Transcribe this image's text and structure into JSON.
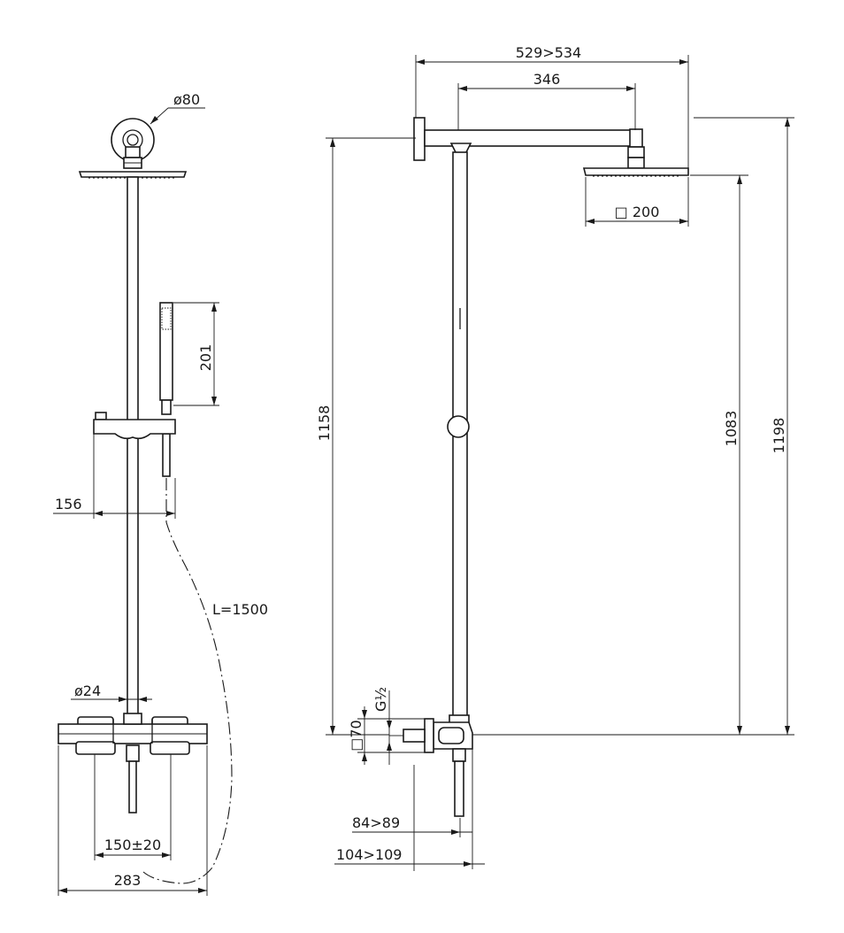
{
  "dimensions": {
    "rose_diameter": "ø80",
    "hand_shower_height": "201",
    "holder_offset": "156",
    "hose_length": "L=1500",
    "pipe_diameter": "ø24",
    "inlet_spacing": "150±20",
    "mixer_width": "283",
    "arm_span": "529>534",
    "arm_length": "346",
    "head_size": "□ 200",
    "height_left": "1158",
    "height_head": "1083",
    "height_total": "1198",
    "mixer_square": "□70",
    "connection_thread": "G½",
    "projection_short": "84>89",
    "projection_long": "104>109"
  }
}
